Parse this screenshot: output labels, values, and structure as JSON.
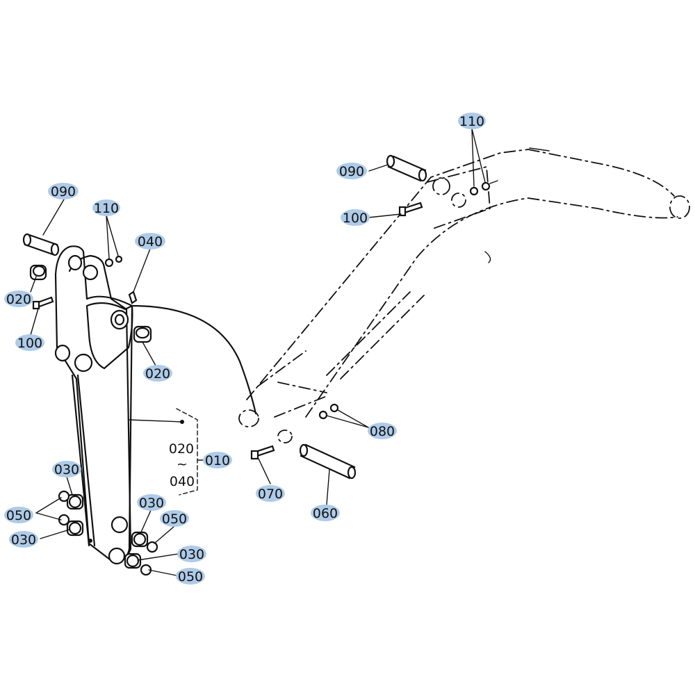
{
  "callouts": [
    {
      "id": "c-090-left",
      "text": "090"
    },
    {
      "id": "c-110-left",
      "text": "110"
    },
    {
      "id": "c-040",
      "text": "040"
    },
    {
      "id": "c-020-left",
      "text": "020"
    },
    {
      "id": "c-100-left",
      "text": "100"
    },
    {
      "id": "c-020-mid",
      "text": "020"
    },
    {
      "id": "c-010",
      "text": "010"
    },
    {
      "id": "c-030-a",
      "text": "030"
    },
    {
      "id": "c-050-a",
      "text": "050"
    },
    {
      "id": "c-030-b",
      "text": "030"
    },
    {
      "id": "c-030-c",
      "text": "030"
    },
    {
      "id": "c-050-b",
      "text": "050"
    },
    {
      "id": "c-030-d",
      "text": "030"
    },
    {
      "id": "c-050-c",
      "text": "050"
    },
    {
      "id": "c-110-right",
      "text": "110"
    },
    {
      "id": "c-090-right",
      "text": "090"
    },
    {
      "id": "c-100-right",
      "text": "100"
    },
    {
      "id": "c-080",
      "text": "080"
    },
    {
      "id": "c-070",
      "text": "070"
    },
    {
      "id": "c-060",
      "text": "060"
    }
  ],
  "range_note": {
    "from": "020",
    "tilde": "~",
    "to": "040"
  },
  "colors": {
    "callout_highlight": "#aecbe8",
    "line": "#111111"
  }
}
